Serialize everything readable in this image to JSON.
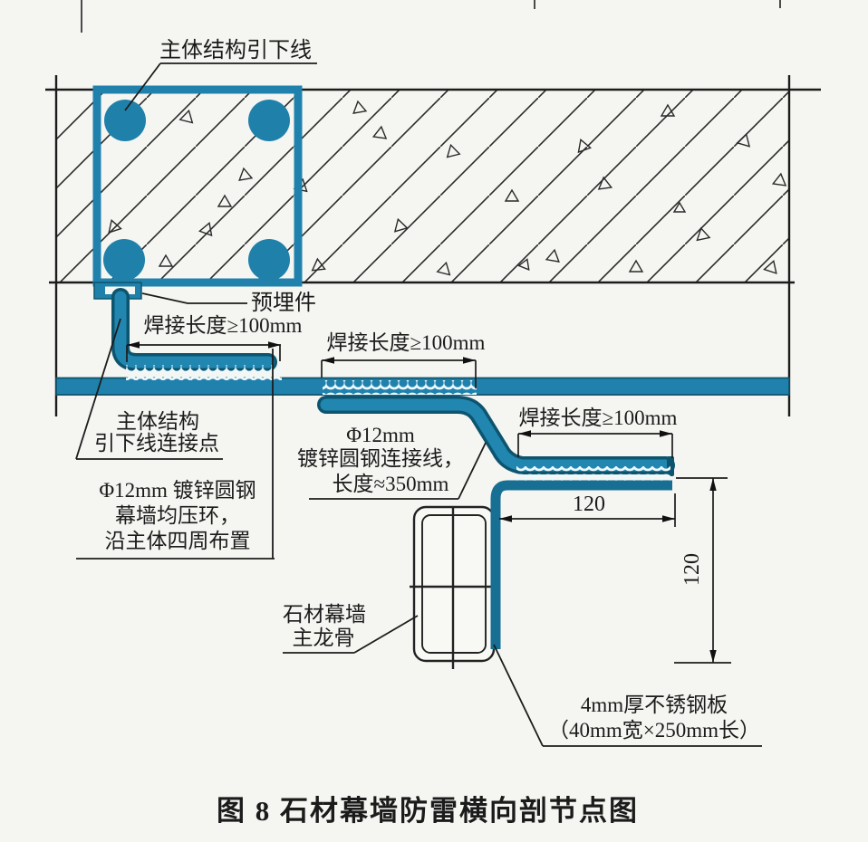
{
  "caption": "图 8  石材幕墙防雷横向剖节点图",
  "labels": {
    "main_down_conductor": "主体结构引下线",
    "embedded_part": "预埋件",
    "weld_lengths": [
      "焊接长度≥100mm",
      "焊接长度≥100mm",
      "焊接长度≥100mm"
    ],
    "connection_point": [
      "主体结构",
      "引下线连接点"
    ],
    "equipotential_ring": [
      "Φ12mm 镀锌圆钢",
      "幕墙均压环，",
      "沿主体四周布置"
    ],
    "connector_wire": [
      "Φ12mm",
      "镀锌圆钢连接线，",
      "长度≈350mm"
    ],
    "stone_keel": [
      "石材幕墙",
      "主龙骨"
    ],
    "steel_plate": [
      "4mm厚不锈钢板",
      "（40mm宽×250mm长）"
    ],
    "dimensions": {
      "plate_leg_horizontal": "120",
      "plate_leg_vertical": "120"
    }
  },
  "colors": {
    "steel_teal": "#2082ac",
    "steel_dark_outline": "#0d546e",
    "weld_bead": "#eef9fd",
    "drawing_line": "#1c1c1c",
    "background": "#f5f5f2"
  }
}
